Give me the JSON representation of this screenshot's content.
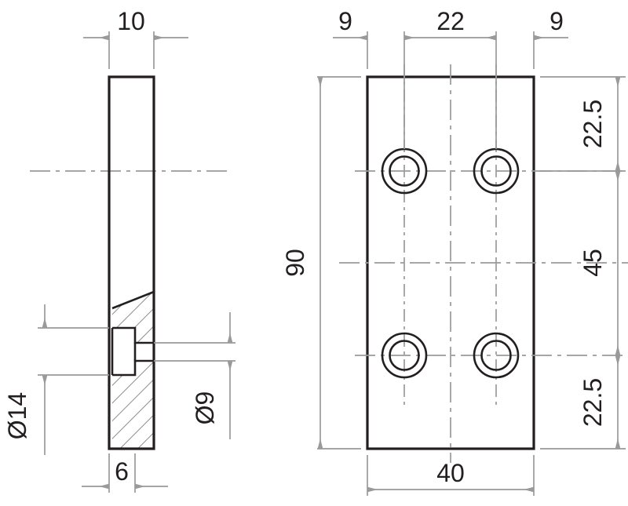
{
  "drawing": {
    "type": "engineering-orthographic-drawing",
    "title": "",
    "units": "mm",
    "views": [
      {
        "name": "side-section-view",
        "label": ""
      },
      {
        "name": "front-view",
        "label": ""
      }
    ]
  },
  "side_view": {
    "name": "side-section-view",
    "dimensions": {
      "thickness": {
        "label": "10",
        "value": 10,
        "position": "top",
        "name": "dim-thickness-10"
      },
      "counterbore_diameter": {
        "label": "Ø14",
        "value": 14,
        "position": "left",
        "rotated": true,
        "name": "dim-counterbore-dia-14"
      },
      "hole_diameter": {
        "label": "Ø9",
        "value": 9,
        "position": "right",
        "rotated": true,
        "name": "dim-hole-dia-9"
      },
      "counterbore_depth": {
        "label": "6",
        "value": 6,
        "position": "bottom",
        "name": "dim-counterbore-depth-6"
      }
    }
  },
  "front_view": {
    "name": "front-view",
    "dimensions": {
      "edge_left": {
        "label": "9",
        "value": 9,
        "position": "top-left",
        "name": "dim-edge-left-9"
      },
      "hole_spacing": {
        "label": "22",
        "value": 22,
        "position": "top-center",
        "name": "dim-hole-spacing-22"
      },
      "edge_right": {
        "label": "9",
        "value": 9,
        "position": "top-right",
        "name": "dim-edge-right-9"
      },
      "height": {
        "label": "90",
        "value": 90,
        "position": "left",
        "rotated": true,
        "name": "dim-height-90"
      },
      "top_offset": {
        "label": "22.5",
        "value": 22.5,
        "position": "right-top",
        "rotated": true,
        "name": "dim-top-offset-22-5"
      },
      "row_spacing": {
        "label": "45",
        "value": 45,
        "position": "right-middle",
        "rotated": true,
        "name": "dim-row-spacing-45"
      },
      "bottom_offset": {
        "label": "22.5",
        "value": 22.5,
        "position": "right-bottom",
        "rotated": true,
        "name": "dim-bottom-offset-22-5"
      },
      "width": {
        "label": "40",
        "value": 40,
        "position": "bottom",
        "name": "dim-width-40"
      }
    },
    "holes": [
      {
        "name": "counterbored-hole-top-left",
        "cx_mm": 9,
        "cy_mm": 22.5
      },
      {
        "name": "counterbored-hole-top-right",
        "cx_mm": 31,
        "cy_mm": 22.5
      },
      {
        "name": "counterbored-hole-bottom-left",
        "cx_mm": 9,
        "cy_mm": 67.5
      },
      {
        "name": "counterbored-hole-bottom-right",
        "cx_mm": 31,
        "cy_mm": 67.5
      }
    ]
  },
  "colors": {
    "object_line": "#231f20",
    "dimension_line": "#9a9a9a",
    "hatch": "#8d8d8d",
    "background": "#ffffff"
  }
}
